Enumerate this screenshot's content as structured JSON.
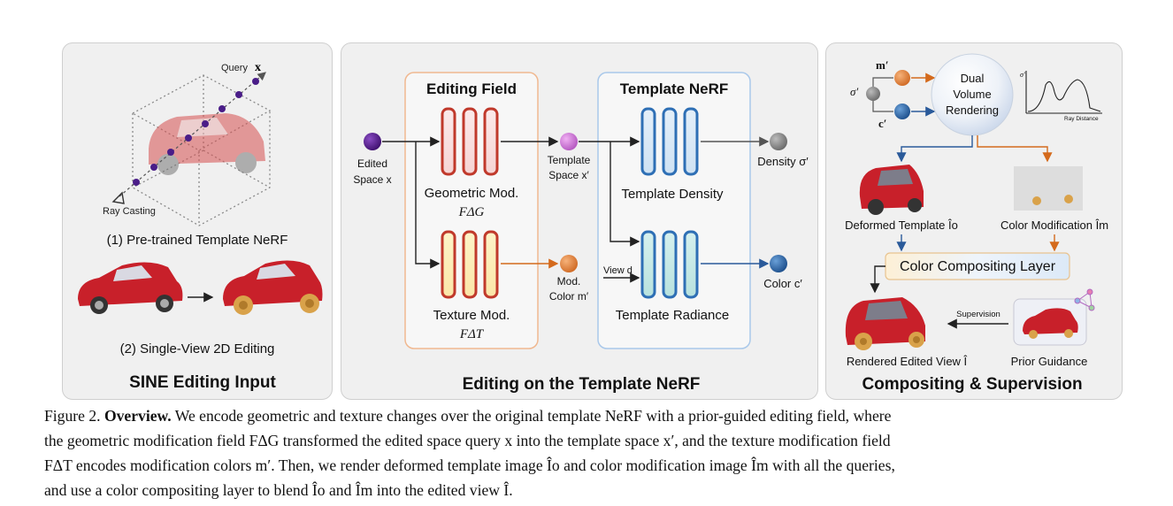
{
  "panel1": {
    "query_label": "Query",
    "query_symbol": "x",
    "ray_label": "Ray Casting",
    "step1": "(1) Pre-trained Template NeRF",
    "step2": "(2) Single-View 2D Editing",
    "title": "SINE Editing Input"
  },
  "panel2": {
    "editing_field": "Editing Field",
    "template_nerf": "Template NeRF",
    "edited_space_1": "Edited",
    "edited_space_2": "Space x",
    "template_space_1": "Template",
    "template_space_2": "Space x′",
    "geometric_mod": "Geometric Mod.",
    "geometric_sym": "FΔG",
    "texture_mod": "Texture Mod.",
    "texture_sym": "FΔT",
    "mod_color_1": "Mod.",
    "mod_color_2": "Color m′",
    "view_d": "View d",
    "template_density": "Template Density",
    "template_radiance": "Template Radiance",
    "density_out": "Density σ′",
    "color_out": "Color c′",
    "title": "Editing on the Template NeRF"
  },
  "panel3": {
    "m_prime": "m′",
    "sigma_prime": "σ′",
    "c_prime": "c′",
    "dvr_1": "Dual",
    "dvr_2": "Volume",
    "dvr_3": "Rendering",
    "plot_y": "σ′",
    "plot_x": "Ray Distance",
    "deformed": "Deformed Template Îo",
    "color_mod": "Color Modification Îm",
    "compositing": "Color Compositing Layer",
    "supervision": "Supervision",
    "rendered": "Rendered Edited View Î",
    "prior": "Prior Guidance",
    "title": "Compositing & Supervision"
  },
  "caption": {
    "l1a": "Figure 2. ",
    "l1b": "Overview.",
    "l1c": " We encode geometric and texture changes over the original template NeRF with a prior-guided editing field, where",
    "l2": "the geometric modification field FΔG transformed the edited space query x into the template space x′, and the texture modification field",
    "l3": "FΔT encodes modification colors m′. Then, we render deformed template image Îo and color modification image Îm with all the queries,",
    "l4": "and use a color compositing layer to blend Îo and Îm into the edited view Î."
  },
  "colors": {
    "red_block": "#c0392b",
    "blue_block": "#2e6fb5",
    "purple": "#5b1e8c",
    "orange": "#e07a2e",
    "gray_node": "#808080",
    "blue_node": "#2266aa"
  }
}
